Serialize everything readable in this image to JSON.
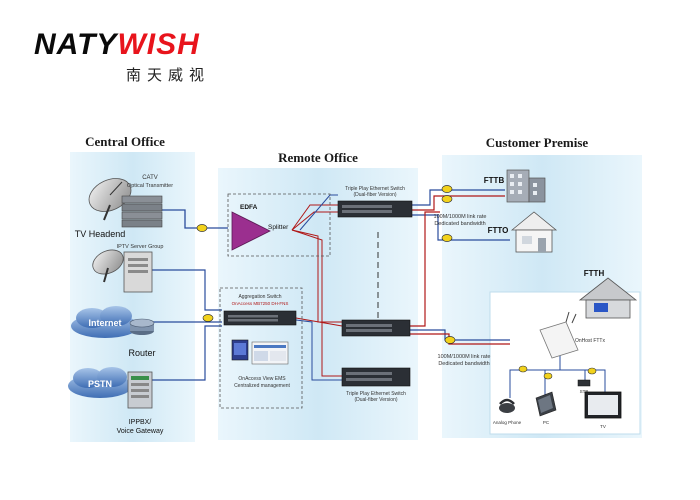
{
  "logo": {
    "brand_part1": "NATY",
    "brand_part2": "WISH",
    "subtitle": "南天威视"
  },
  "zones": {
    "central": "Central Office",
    "remote": "Remote Office",
    "customer": "Customer Premise"
  },
  "central": {
    "catv_line1": "CATV",
    "catv_line2": "Optical Transmitter",
    "tv_headend": "TV Headend",
    "iptv": "IPTV Server Group",
    "internet": "Internet",
    "router": "Router",
    "pstn": "PSTN",
    "ippbx_line1": "IPPBX/",
    "ippbx_line2": "Voice Gateway"
  },
  "remote": {
    "edfa": "EDFA",
    "splitter": "Splitter",
    "agg_line1": "Aggregation Switch",
    "agg_line2": "OnAccess MB7250 DH-FNS",
    "mgmt_line1": "OnAccess View EMS",
    "mgmt_line2": "Centralized management",
    "tp_top_line1": "Triple Play Ethernet Switch",
    "tp_top_line2": "(Dual-fiber Version)",
    "tp_bottom_line1": "Triple Play Ethernet Switch",
    "tp_bottom_line2": "(Dual-fiber Version)"
  },
  "customer": {
    "link_top_line1": "100M/1000M link rate",
    "link_top_line2": "Dedicated bandwidth",
    "fttb": "FTTB",
    "ftto": "FTTO",
    "ftth": "FTTH",
    "link_bottom_line1": "100M/1000M link rate",
    "link_bottom_line2": "Dedicated bandwidth",
    "ont": "OnHost FTTx",
    "analog_phone": "Analog Phone",
    "pc": "PC",
    "stb": "STB",
    "tv": "TV"
  },
  "colors": {
    "zone_fill": "#d8eef8",
    "zone_edge": "#a9d3ea",
    "line_blue": "#2a4c9c",
    "line_red": "#b01818",
    "connector": "#f2d21c",
    "amplifier": "#9b2f8f"
  }
}
